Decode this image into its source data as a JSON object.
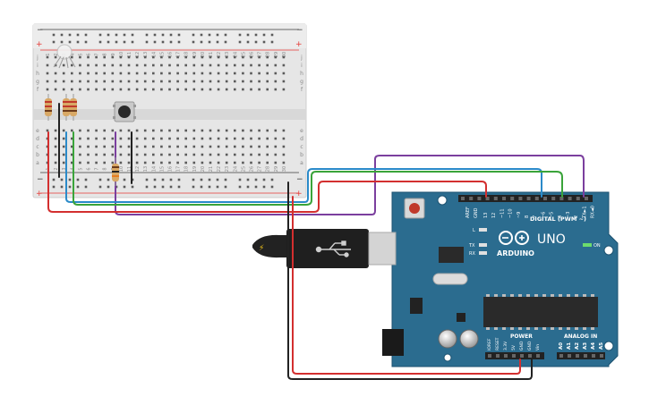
{
  "breadboard": {
    "rail_plus": "+",
    "rail_minus": "−",
    "column_numbers": [
      "1",
      "2",
      "3",
      "4",
      "5",
      "6",
      "7",
      "8",
      "9",
      "10",
      "11",
      "12",
      "13",
      "14",
      "15",
      "16",
      "17",
      "18",
      "19",
      "20",
      "21",
      "22",
      "23",
      "24",
      "25",
      "26",
      "27",
      "28",
      "29",
      "30"
    ],
    "row_letters_top": [
      "j",
      "i",
      "h",
      "g",
      "f"
    ],
    "row_letters_bottom": [
      "e",
      "d",
      "c",
      "b",
      "a"
    ]
  },
  "arduino": {
    "brand": "ARDUINO",
    "model": "UNO",
    "on_label": "ON",
    "led_l": "L",
    "led_tx": "TX",
    "led_rx": "RX",
    "aref_label": "AREF",
    "gnd_label": "GND",
    "digital_label": "DIGITAL (PWM ~)",
    "digital_pins": [
      "13",
      "12",
      "~11",
      "~10",
      "~9",
      "8",
      "7",
      "~6",
      "~5",
      "4",
      "~3",
      "2",
      "TX►1",
      "RX◄0"
    ],
    "power_label": "POWER",
    "power_pins": [
      "IOREF",
      "RESET",
      "3.3V",
      "5V",
      "GND",
      "GND",
      "Vin"
    ],
    "analog_label": "ANALOG IN",
    "analog_pins": [
      "A0",
      "A1",
      "A2",
      "A3",
      "A4",
      "A5"
    ]
  },
  "colors": {
    "board_blue": "#2b6c8f",
    "breadboard": "#e8e8e8",
    "wire_red": "#d32f2f",
    "wire_black": "#222222",
    "wire_green": "#3aa43a",
    "wire_blue": "#2a8ac9",
    "wire_purple": "#7b3f9e"
  }
}
